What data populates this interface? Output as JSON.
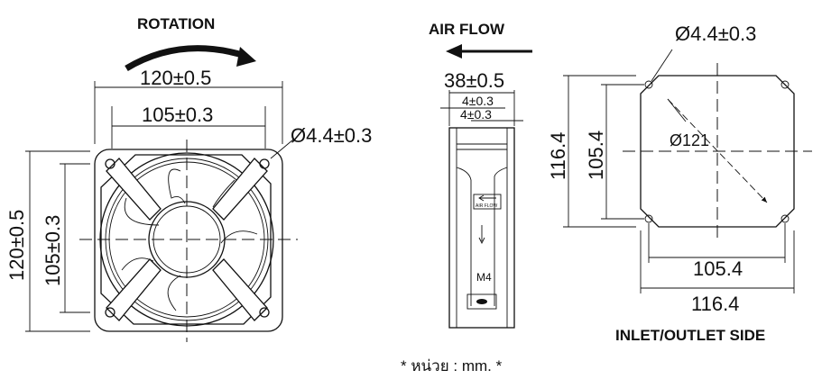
{
  "front_view": {
    "rotation_label": "ROTATION",
    "outer_width": "120±0.5",
    "hole_spacing_width": "105±0.3",
    "outer_height": "120±0.5",
    "hole_spacing_height": "105±0.3",
    "hole_diameter": "Ø4.4±0.3"
  },
  "side_view": {
    "airflow_label": "AIR FLOW",
    "depth": "38±0.5",
    "flange_1": "4±0.3",
    "flange_2": "4±0.3",
    "sticker_label": "AIR FLOW",
    "screw_label": "M4"
  },
  "mount_view": {
    "hole_diameter": "Ø4.4±0.3",
    "opening_diameter": "Ø121",
    "outer_height": "116.4",
    "hole_spacing_height": "105.4",
    "hole_spacing_width": "105.4",
    "outer_width": "116.4",
    "caption": "INLET/OUTLET SIDE"
  },
  "footer": {
    "units_note": "* หน่วย : mm. *"
  }
}
